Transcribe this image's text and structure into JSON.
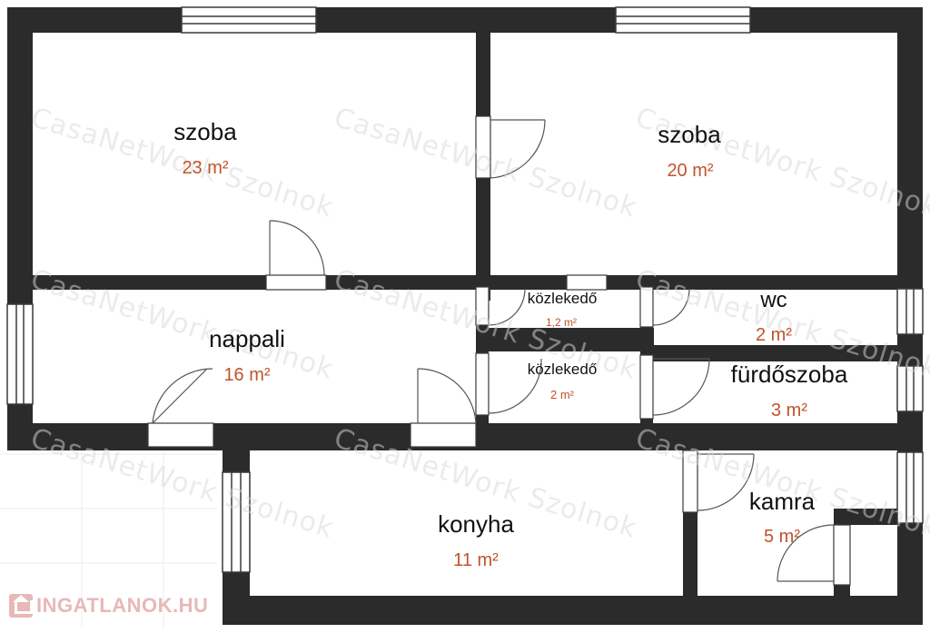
{
  "rooms": [
    {
      "name": "szoba",
      "area": "23 m²"
    },
    {
      "name": "szoba",
      "area": "20 m²"
    },
    {
      "name": "nappali",
      "area": "16 m²"
    },
    {
      "name": "közlekedő",
      "area": "1,2 m²"
    },
    {
      "name": "közlekedő",
      "area": "2 m²"
    },
    {
      "name": "wc",
      "area": "2 m²"
    },
    {
      "name": "fürdőszoba",
      "area": "3 m²"
    },
    {
      "name": "konyha",
      "area": "11 m²"
    },
    {
      "name": "kamra",
      "area": "5 m²"
    }
  ],
  "watermark": "CasaNetWork Szolnok",
  "logo": "INGATLANOK.HU",
  "colors": {
    "wall": "#2b2b2b",
    "area_text": "#c0532a",
    "watermark": "#d9d9d9",
    "logo": "#e8b8b8"
  }
}
